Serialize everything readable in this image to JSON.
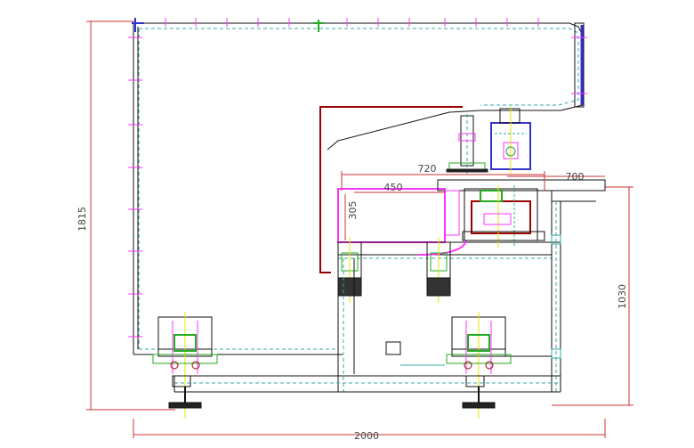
{
  "drawing": {
    "colors": {
      "background": "#ffffff",
      "frame": "#111111",
      "dim_line": "#cc3333",
      "magenta": "#ff33ff",
      "cyan": "#33cccc",
      "yellow": "#e6e600",
      "green": "#22aa22",
      "blue": "#3333cc",
      "dark_red": "#990000"
    },
    "dimensions": {
      "overall_height": "1815",
      "overall_width": "2000",
      "table_height": "1030",
      "dim_720": "720",
      "dim_700": "700",
      "dim_450": "450",
      "dim_305": "305"
    }
  }
}
